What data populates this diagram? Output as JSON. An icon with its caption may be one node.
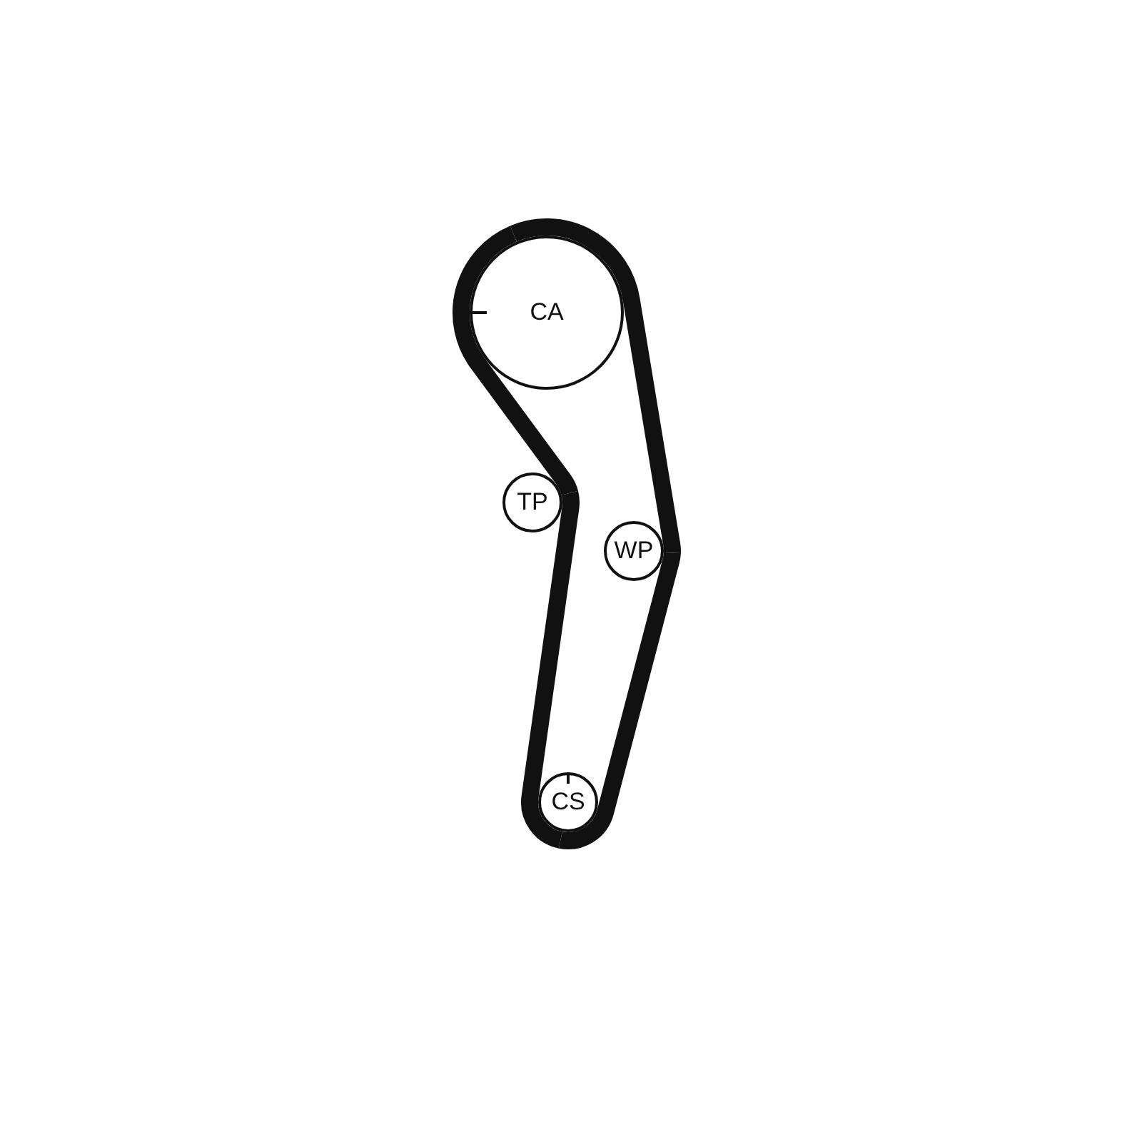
{
  "diagram": {
    "nodes": [
      {
        "text": [
          "CA"
        ]
      },
      {
        "text": [
          "TP"
        ]
      },
      {
        "text": [
          "WP"
        ]
      },
      {
        "text": [
          "CS"
        ]
      }
    ],
    "edges": [
      {
        "from": 0,
        "to": 2,
        "arrow": "none"
      },
      {
        "from": 2,
        "to": 3,
        "arrow": "none"
      },
      {
        "from": 3,
        "to": 1,
        "arrow": "none"
      },
      {
        "from": 1,
        "to": 0,
        "arrow": "none"
      }
    ]
  }
}
